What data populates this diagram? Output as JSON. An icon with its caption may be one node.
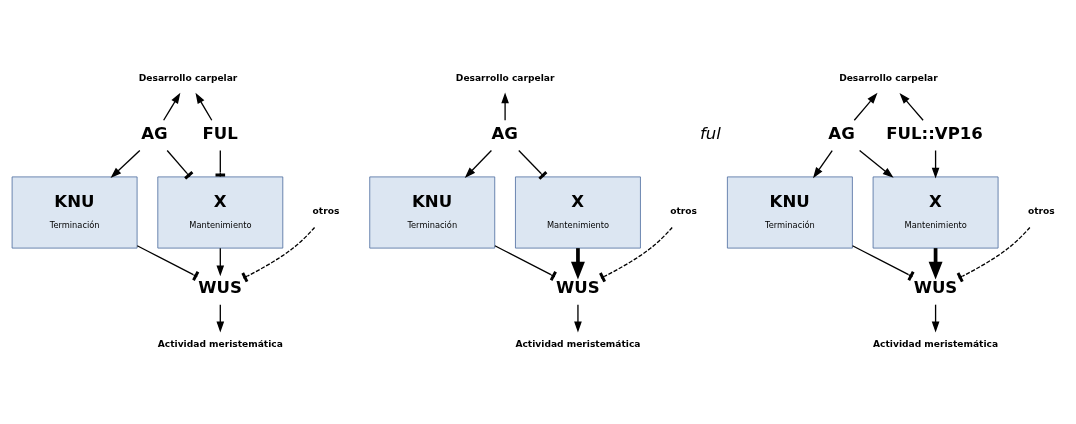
{
  "diagram": {
    "nodes": [
      {
        "text": [
          "Desarrollo carpelar"
        ]
      },
      {
        "text": [
          "AG"
        ]
      },
      {
        "text": [
          "FUL"
        ]
      },
      {
        "text": [
          "otros"
        ]
      },
      {
        "text": [
          "KNU",
          "Terminación"
        ]
      },
      {
        "text": [
          "X",
          "Mantenimiento"
        ]
      },
      {
        "text": [
          "WUS"
        ]
      },
      {
        "text": [
          "Actividad meristemática"
        ]
      },
      {
        "text": [
          "Desarrollo carpelar"
        ]
      },
      {
        "text": [
          "AG"
        ]
      },
      {
        "text": [
          "ful"
        ]
      },
      {
        "text": [
          "otros"
        ]
      },
      {
        "text": [
          "KNU",
          "Terminación"
        ]
      },
      {
        "text": [
          "X",
          "Mantenimiento"
        ]
      },
      {
        "text": [
          "WUS"
        ]
      },
      {
        "text": [
          "Actividad meristemática"
        ]
      },
      {
        "text": [
          "Desarrollo carpelar"
        ]
      },
      {
        "text": [
          "AG"
        ]
      },
      {
        "text": [
          "FUL::VP16"
        ]
      },
      {
        "text": [
          "otros"
        ]
      },
      {
        "text": [
          "KNU",
          "Terminación"
        ]
      },
      {
        "text": [
          "X",
          "Mantenimiento"
        ]
      },
      {
        "text": [
          "WUS"
        ]
      },
      {
        "text": [
          "Actividad meristemática"
        ]
      }
    ],
    "edges": [
      {
        "from": 1,
        "to": 0,
        "arrow": "to"
      },
      {
        "from": 2,
        "to": 0,
        "arrow": "to"
      },
      {
        "from": 1,
        "to": 4,
        "arrow": "to"
      },
      {
        "from": 1,
        "to": 5,
        "arrow": "other"
      },
      {
        "from": 2,
        "to": 5,
        "arrow": "other"
      },
      {
        "from": 4,
        "to": 6,
        "arrow": "other"
      },
      {
        "from": 3,
        "to": 6,
        "arrow": "other",
        "style": "dashed"
      },
      {
        "from": 5,
        "to": 6,
        "arrow": "to"
      },
      {
        "from": 6,
        "to": 7,
        "arrow": "to"
      },
      {
        "from": 9,
        "to": 8,
        "arrow": "to"
      },
      {
        "from": 9,
        "to": 12,
        "arrow": "to"
      },
      {
        "from": 9,
        "to": 13,
        "arrow": "other"
      },
      {
        "from": 12,
        "to": 14,
        "arrow": "other"
      },
      {
        "from": 11,
        "to": 14,
        "arrow": "other",
        "style": "dashed"
      },
      {
        "from": 13,
        "to": 14,
        "arrow": "to",
        "style": "thick"
      },
      {
        "from": 14,
        "to": 15,
        "arrow": "to"
      },
      {
        "from": 17,
        "to": 16,
        "arrow": "to"
      },
      {
        "from": 18,
        "to": 16,
        "arrow": "to"
      },
      {
        "from": 17,
        "to": 20,
        "arrow": "to"
      },
      {
        "from": 17,
        "to": 21,
        "arrow": "to"
      },
      {
        "from": 18,
        "to": 21,
        "arrow": "to"
      },
      {
        "from": 20,
        "to": 22,
        "arrow": "other"
      },
      {
        "from": 19,
        "to": 22,
        "arrow": "other",
        "style": "dashed"
      },
      {
        "from": 21,
        "to": 22,
        "arrow": "to",
        "style": "thick"
      },
      {
        "from": 22,
        "to": 23,
        "arrow": "to"
      }
    ]
  }
}
